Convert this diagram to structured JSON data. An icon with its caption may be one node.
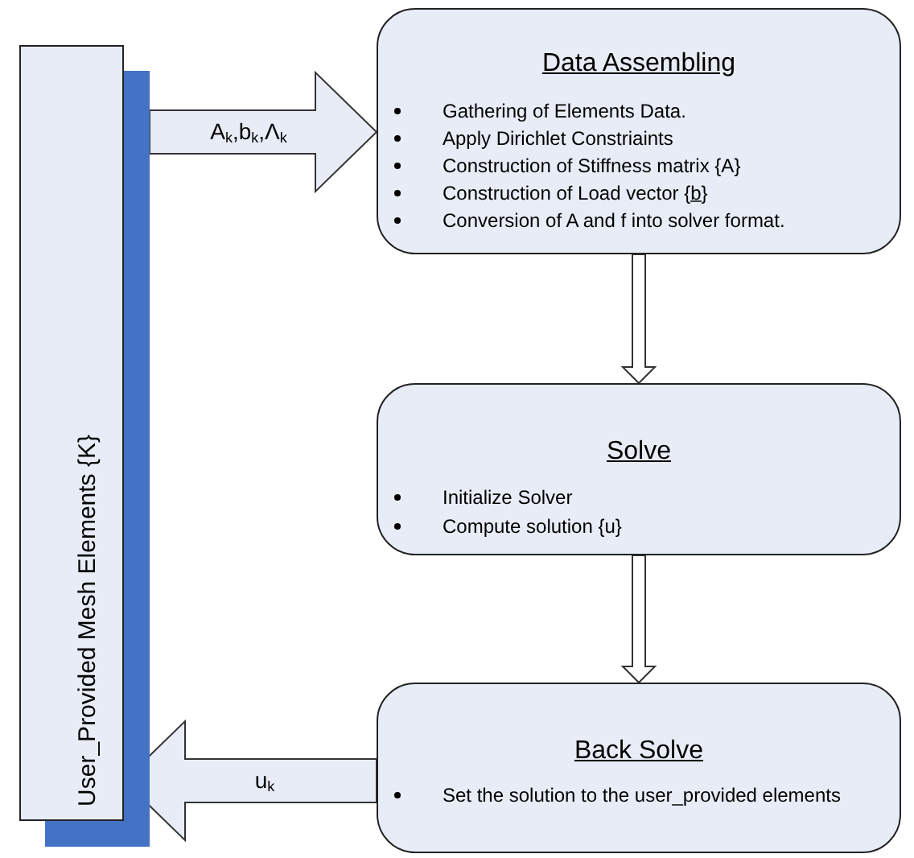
{
  "diagram": {
    "nodes": [
      {
        "text": [
          "User_Provided Mesh Elements {K}"
        ]
      },
      {
        "text": [
          "Data Assembling",
          "Gathering of Elements Data.",
          "Apply Dirichlet Constriaints",
          "Construction of Stiffness matrix {A}",
          "Construction of Load vector {b̲}",
          "Conversion of A and f into solver format."
        ]
      },
      {
        "text": [
          "Solve",
          "Initialize Solver",
          "Compute solution {u}"
        ]
      },
      {
        "text": [
          "Back Solve",
          "Set the solution to the user_provided elements"
        ]
      }
    ],
    "edges": [
      {
        "from": 0,
        "to": 1,
        "arrow": "to",
        "label": "A$_{k}$,b$_{k}$,Λ$_{k}$",
        "style": "thick"
      },
      {
        "from": 1,
        "to": 2,
        "arrow": "to"
      },
      {
        "from": 2,
        "to": 3,
        "arrow": "to"
      },
      {
        "from": 3,
        "to": 0,
        "arrow": "to",
        "label": "u$_{k}$",
        "style": "thick"
      }
    ]
  }
}
